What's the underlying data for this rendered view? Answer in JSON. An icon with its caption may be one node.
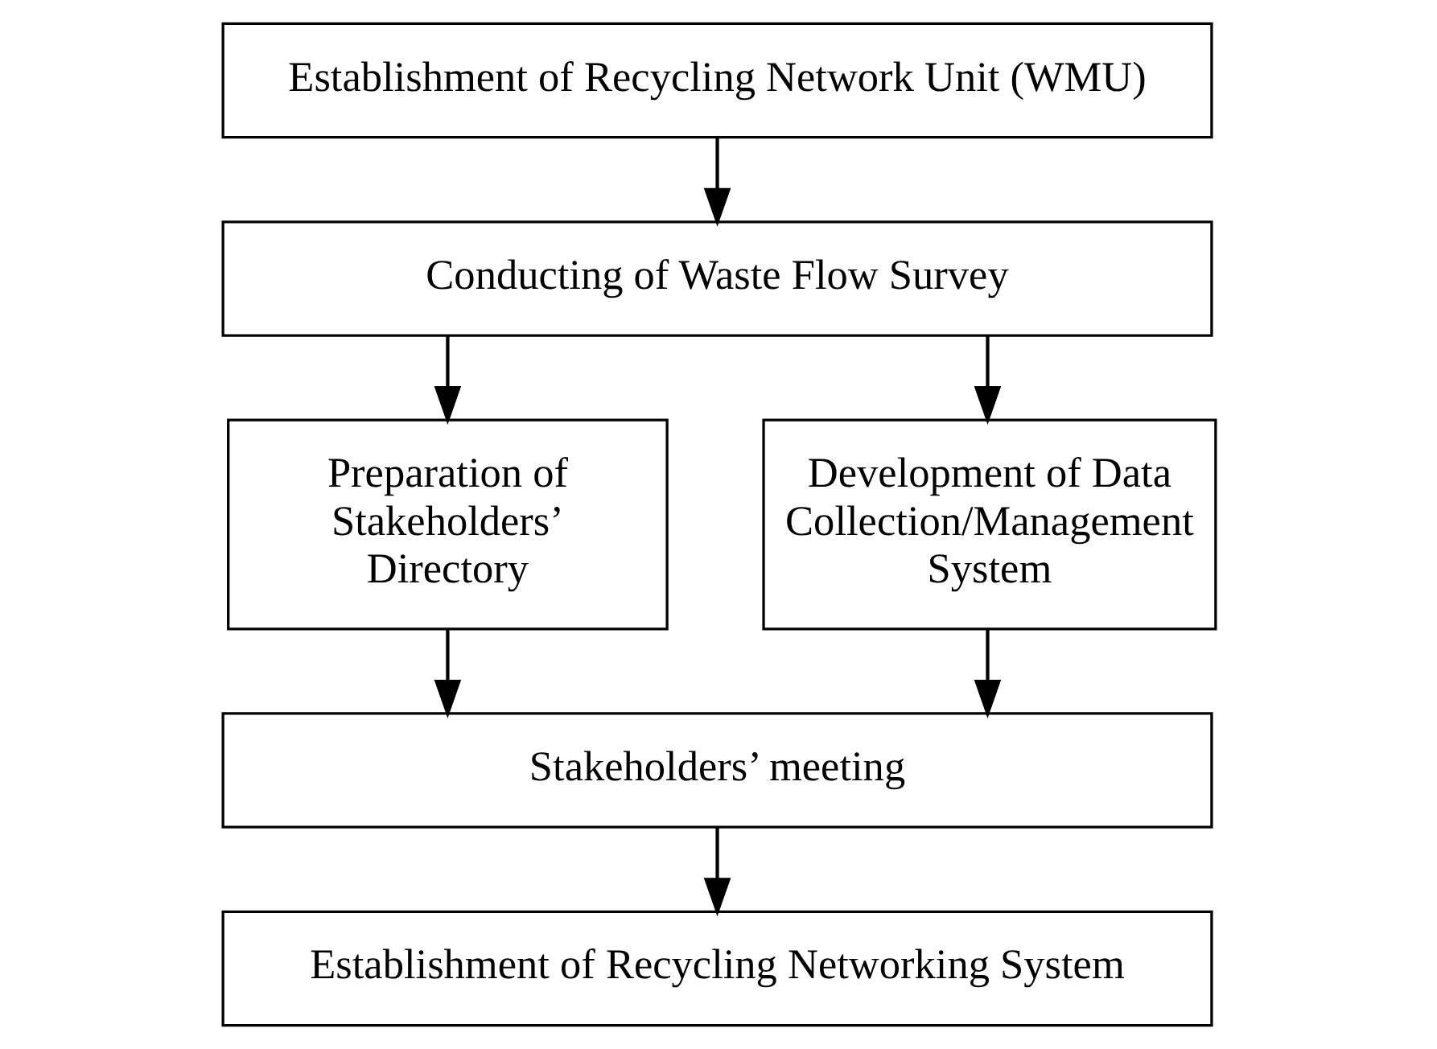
{
  "diagram": {
    "nodes": [
      {
        "text": [
          "Establishment of Recycling Network Unit (WMU)"
        ]
      },
      {
        "text": [
          "Conducting of Waste Flow Survey"
        ]
      },
      {
        "text": [
          "Preparation of Stakeholders’ Directory"
        ]
      },
      {
        "text": [
          "Development of Data Collection/Management System"
        ]
      },
      {
        "text": [
          "Stakeholders’ meeting"
        ]
      },
      {
        "text": [
          "Establishment of Recycling Networking System"
        ]
      }
    ],
    "edges": [
      {
        "from": 0,
        "to": 1,
        "arrow": "to"
      },
      {
        "from": 1,
        "to": 2,
        "arrow": "to"
      },
      {
        "from": 1,
        "to": 3,
        "arrow": "to"
      },
      {
        "from": 2,
        "to": 4,
        "arrow": "to"
      },
      {
        "from": 3,
        "to": 4,
        "arrow": "to"
      },
      {
        "from": 4,
        "to": 5,
        "arrow": "to"
      }
    ]
  }
}
